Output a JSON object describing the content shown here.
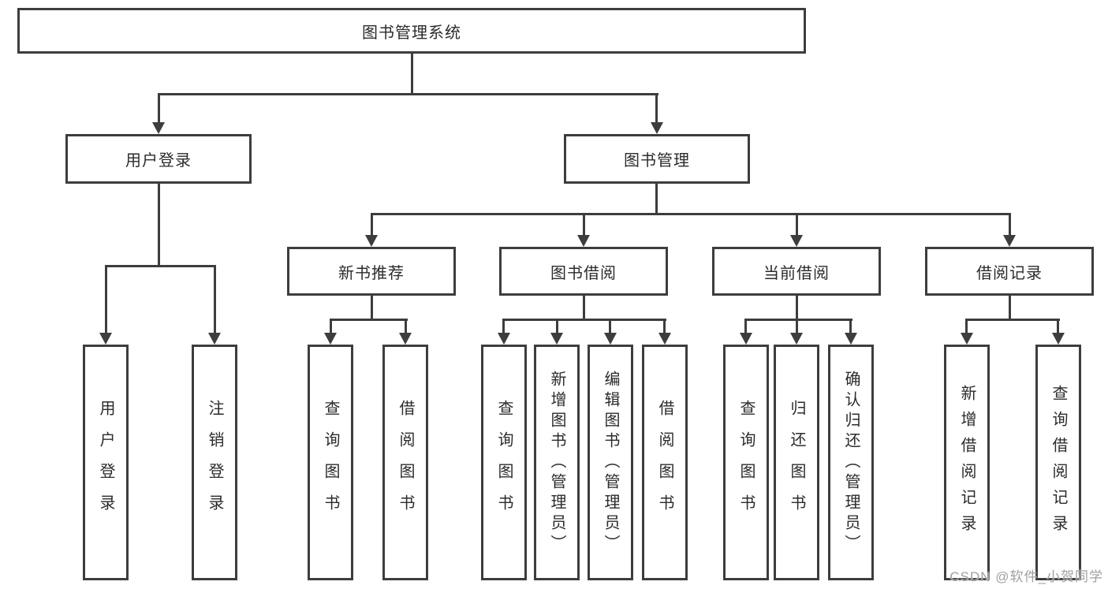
{
  "nodes": {
    "root": "图书管理系统",
    "user_login": "用户登录",
    "book_mgmt": "图书管理",
    "new_book_rec": "新书推荐",
    "book_borrow": "图书借阅",
    "current_borrow": "当前借阅",
    "borrow_records": "借阅记录",
    "login_user": "用户登录",
    "login_logout": "注销登录",
    "rec_query": "查询图书",
    "rec_borrow": "借阅图书",
    "bb_query": "查询图书",
    "bb_add": "新增图书（管理员）",
    "bb_edit": "编辑图书（管理员）",
    "bb_borrow": "借阅图书",
    "cb_query": "查询图书",
    "cb_return": "归还图书",
    "cb_confirm": "确认归还（管理员）",
    "br_add": "新增借阅记录",
    "br_query": "查询借阅记录"
  },
  "watermark": "CSDN @软件_小贺同学",
  "colors": {
    "line": "#3d3d3d",
    "text": "#2b2b2b",
    "watermark": "#a0a0a0",
    "background": "#ffffff"
  }
}
